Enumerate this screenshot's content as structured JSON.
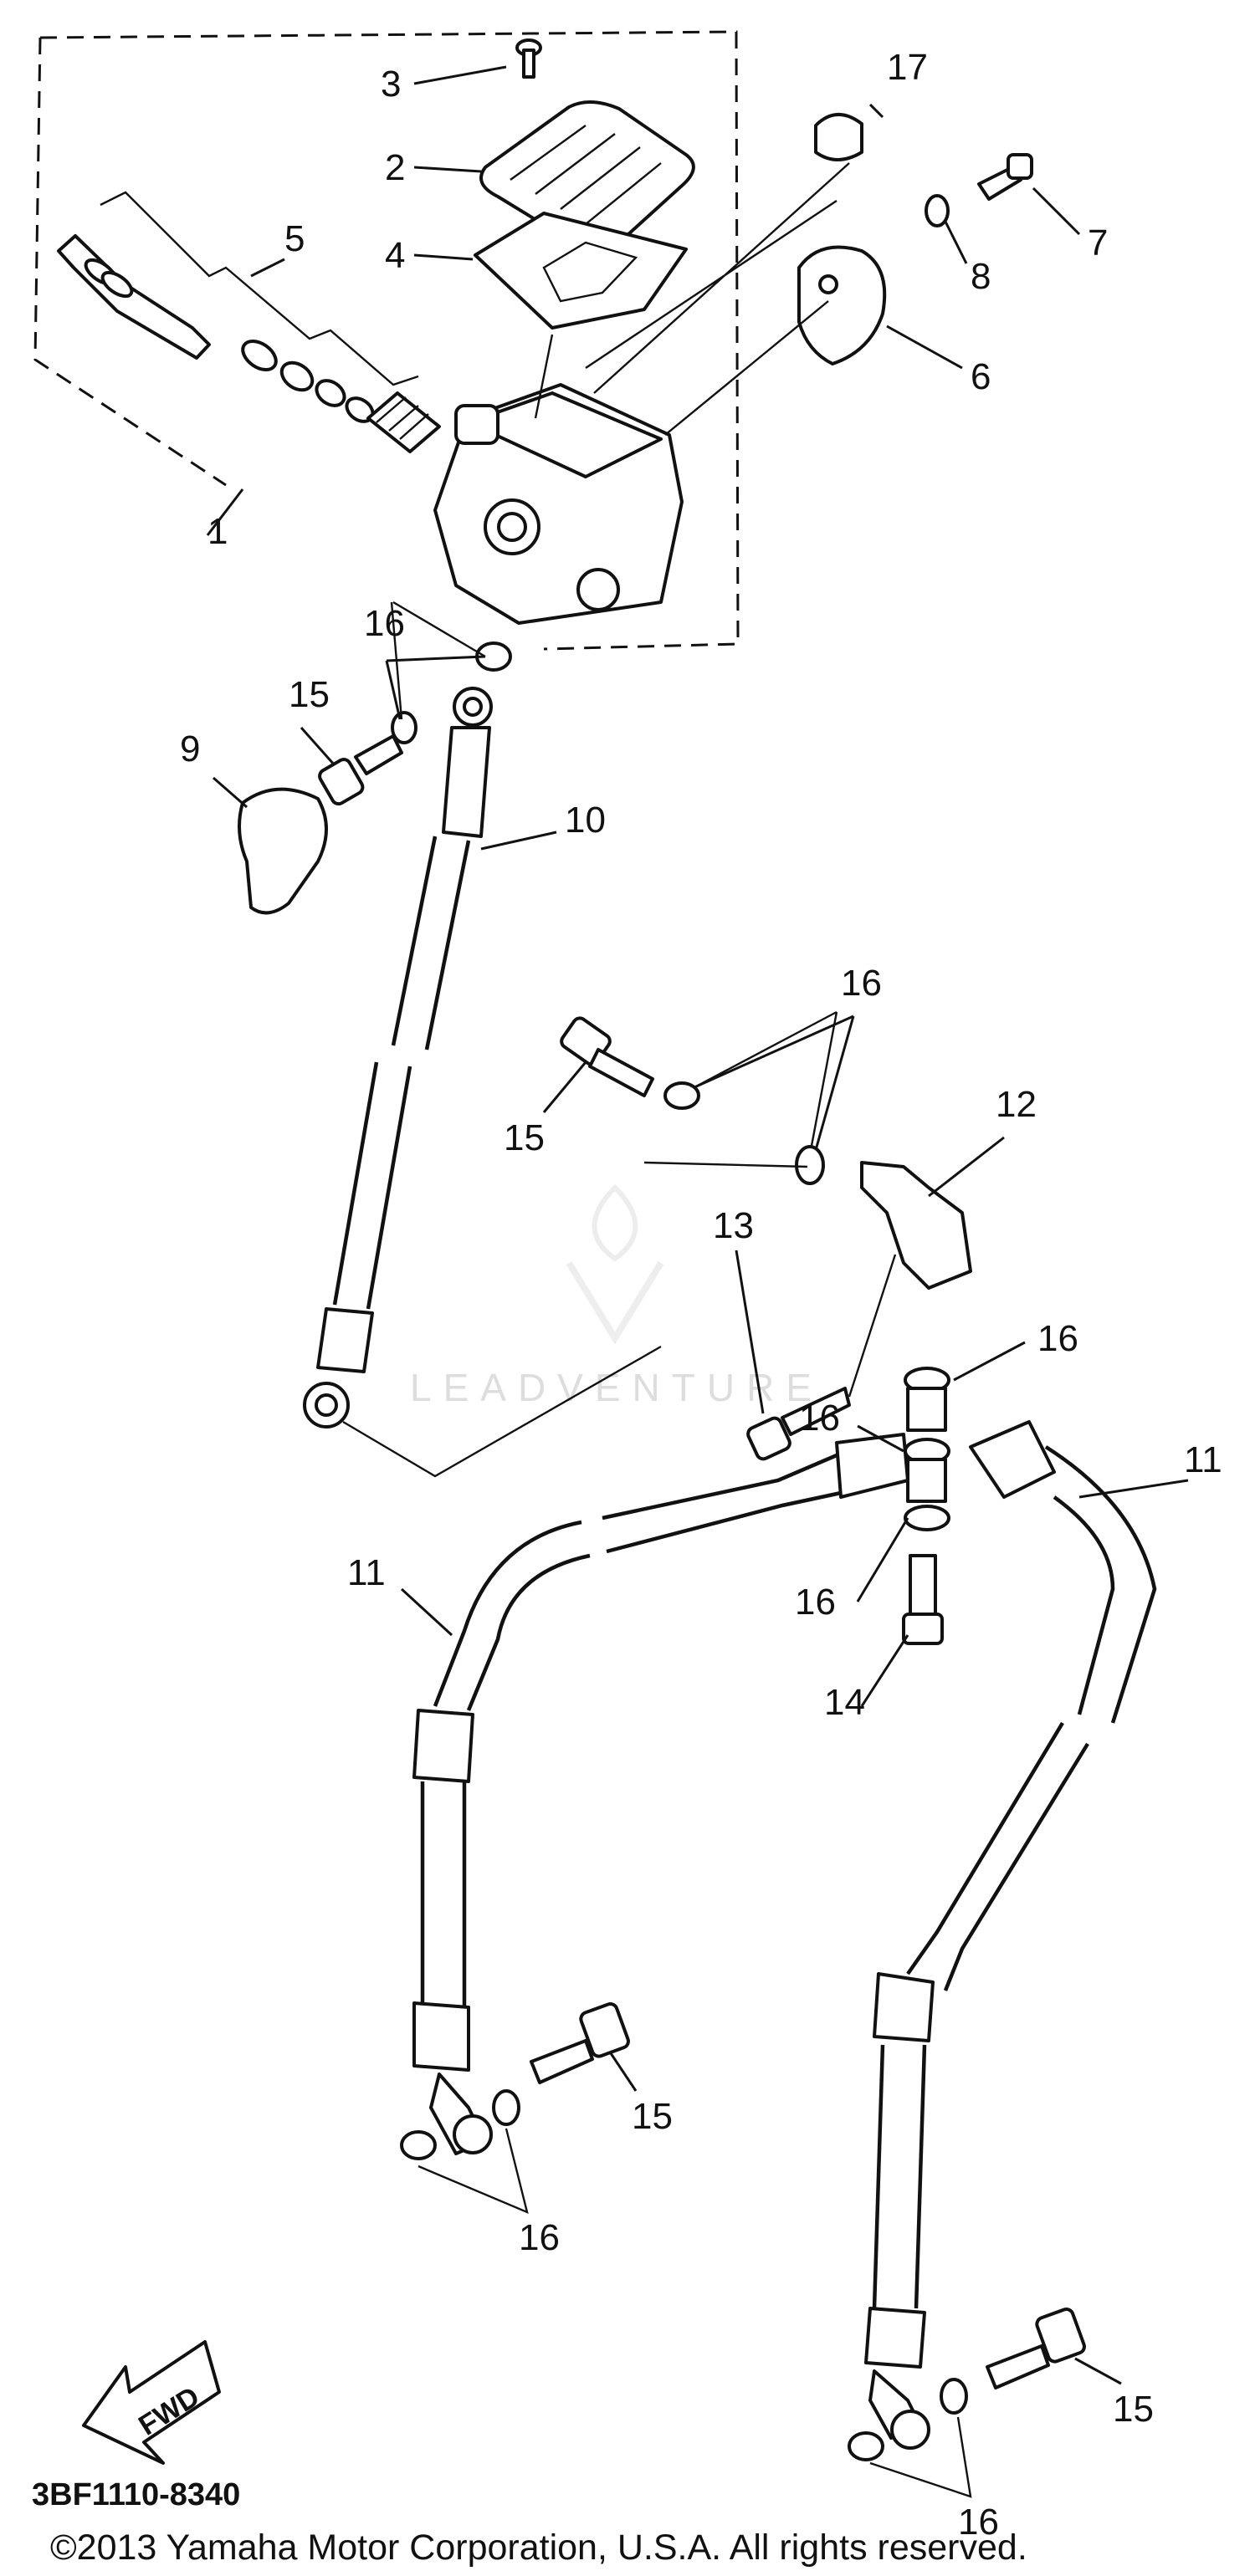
{
  "callouts": {
    "c1": "1",
    "c2": "2",
    "c3": "3",
    "c4": "4",
    "c5": "5",
    "c6": "6",
    "c7": "7",
    "c8": "8",
    "c9": "9",
    "c10": "10",
    "c11a": "11",
    "c11b": "11",
    "c12": "12",
    "c13": "13",
    "c14": "14",
    "c15a": "15",
    "c15b": "15",
    "c15c": "15",
    "c15d": "15",
    "c16a": "16",
    "c16b": "16",
    "c16c": "16",
    "c16d": "16",
    "c16e": "16",
    "c16f": "16",
    "c16g": "16",
    "c17": "17"
  },
  "arrow_label": "FWD",
  "diagram_code": "3BF1110-8340",
  "watermark": "LEADVENTURE",
  "copyright": "©2013 Yamaha Motor Corporation, U.S.A. All rights reserved."
}
